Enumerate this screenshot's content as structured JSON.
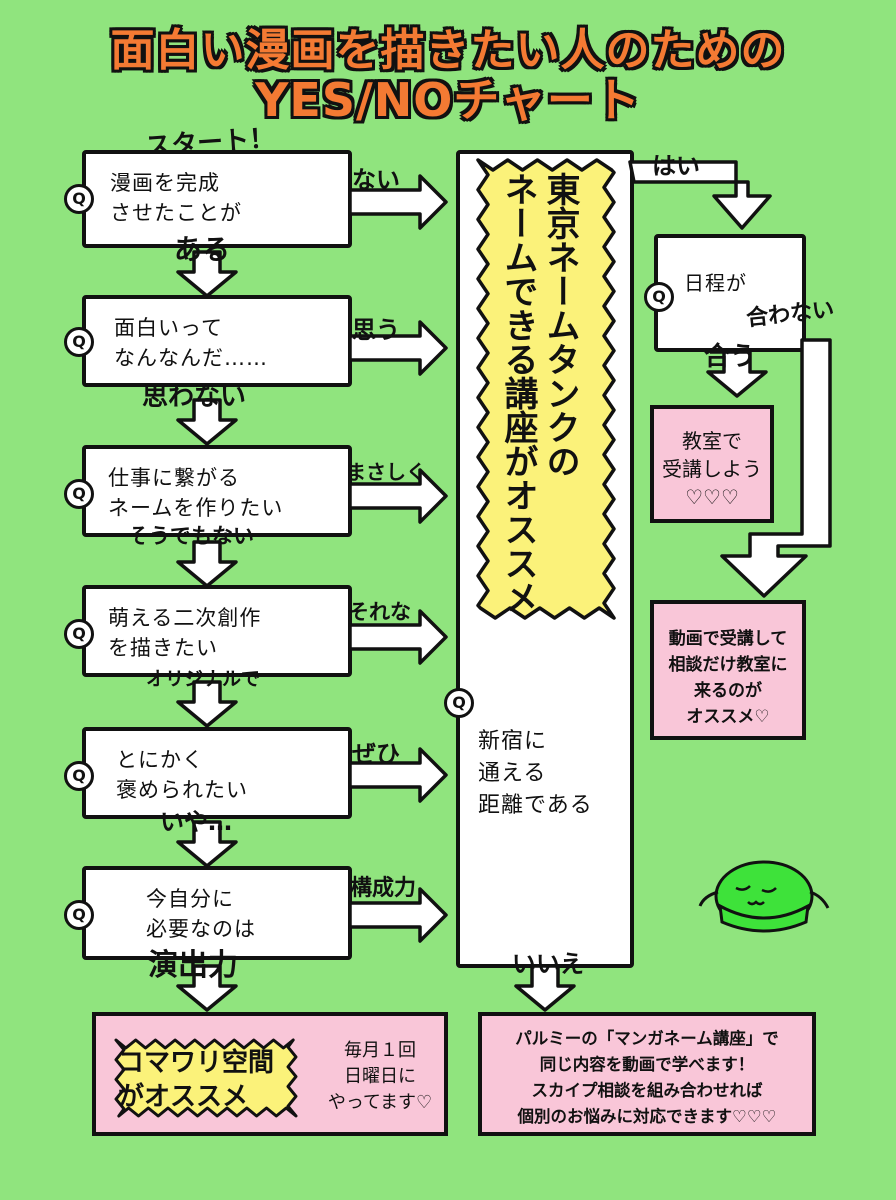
{
  "title": {
    "line1": "面白い漫画を描きたい人のための",
    "line2": "YES/NOチャート"
  },
  "start_label": "スタート！",
  "q_icon": "Q",
  "questions": [
    {
      "text": "漫画を完成\nさせたことが",
      "yes": "ない",
      "no": "ある"
    },
    {
      "text": "面白いって\nなんなんだ……",
      "yes": "思う",
      "no": "思わない"
    },
    {
      "text": "仕事に繋がる\nネームを作りたい",
      "yes": "まさしく",
      "no": "そうでもない"
    },
    {
      "text": "萌える二次創作\nを描きたい",
      "yes": "それな",
      "no": "オリジナルで"
    },
    {
      "text": "とにかく\n褒められたい",
      "yes": "ぜひ",
      "no": "いや…"
    },
    {
      "text": "今自分に\n必要なのは",
      "yes": "構成力",
      "no": "演出力"
    }
  ],
  "center": {
    "headline": "東京ネームタンクの\nネームできる講座がオススメ",
    "question": "新宿に\n通える\n距離である",
    "yes": "はい",
    "no": "いいえ"
  },
  "schedule": {
    "question": "日程が",
    "no": "合わない",
    "yes": "合う"
  },
  "results": {
    "classroom": "教室で\n受講しよう\n♡♡♡",
    "video_consult": "動画で受講して\n相談だけ教室に\n来るのが\nオススメ♡",
    "komawari_title": "コマワリ空間\nがオススメ",
    "komawari_note": "毎月１回\n日曜日に\nやってます♡",
    "palmie": "パルミーの「マンガネーム講座」で\n同じ内容を動画で学べます！\nスカイプ相談を組み合わせれば\n個別のお悩みに対応できます♡♡♡"
  },
  "colors": {
    "background": "#90e47e",
    "title_orange": "#f47a33",
    "starburst_yellow": "#fbf27a",
    "result_pink": "#f9c6d8",
    "mascot_green": "#3ee23a"
  }
}
